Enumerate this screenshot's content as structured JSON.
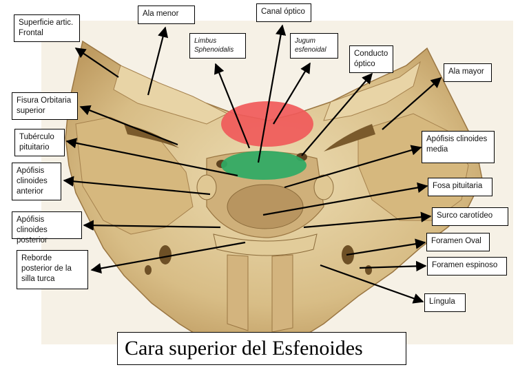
{
  "title": "Cara superior del Esfenoides",
  "colors": {
    "bone_light": "#ead9ad",
    "bone_mid": "#d9c08b",
    "bone_dark": "#b8965d",
    "shadow": "#8a6a3a",
    "red_region": "#f05a5a",
    "green_region": "#2faa64",
    "arrow": "#000000"
  },
  "labels": {
    "superficie_frontal": [
      "Superficie artic.",
      "Frontal"
    ],
    "ala_menor": [
      "Ala menor"
    ],
    "canal_optico": [
      "Canal óptico"
    ],
    "limbus": [
      "Limbus",
      "Sphenoidalis"
    ],
    "jugum": [
      "Jugum",
      "esfenoidal"
    ],
    "conducto_optico": [
      "Conducto",
      "óptico"
    ],
    "ala_mayor": [
      "Ala mayor"
    ],
    "fisura_orbitaria": [
      "Fisura Orbitaria",
      "superior"
    ],
    "tuberculo": [
      "Tubérculo",
      "pituitario"
    ],
    "clinoides_media": [
      "Apófisis clinoides",
      "media"
    ],
    "clinoides_anterior": [
      "Apófisis",
      "clinoides",
      "anterior"
    ],
    "fosa_pituitaria": [
      "Fosa pituitaria"
    ],
    "clinoides_posterior": [
      "Apófisis clinoides",
      "posterior"
    ],
    "surco_carotideo": [
      "Surco carotídeo"
    ],
    "foramen_oval": [
      "Foramen Oval"
    ],
    "reborde": [
      "Reborde",
      "posterior de la",
      "silla turca"
    ],
    "foramen_espinoso": [
      "Foramen espinoso"
    ],
    "lingula": [
      "Língula"
    ]
  }
}
